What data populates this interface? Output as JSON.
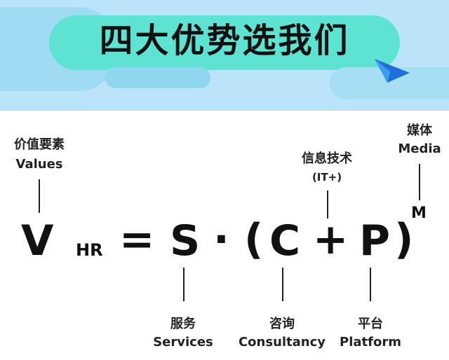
{
  "banner": {
    "title": "四大优势选我们"
  },
  "formula": {
    "v": "V",
    "hr": "HR",
    "equals": "=",
    "s": "S",
    "dot": "·",
    "lparen": "(",
    "c": "C",
    "plus": "+",
    "p": "P",
    "rparen": ")",
    "m": "M"
  },
  "labels": {
    "values_cn": "价值要素",
    "values_en": "Values",
    "it_cn": "信息技术",
    "it_en": "(IT+)",
    "media_cn": "媒体",
    "media_en": "Media",
    "services_cn": "服务",
    "services_en": "Services",
    "consultancy_cn": "咨询",
    "consultancy_en": "Consultancy",
    "platform_cn": "平台",
    "platform_en": "Platform"
  },
  "colors": {
    "banner_bg": "#b9e4fa",
    "banner_pill": "#5ee2d2",
    "text": "#111111"
  }
}
